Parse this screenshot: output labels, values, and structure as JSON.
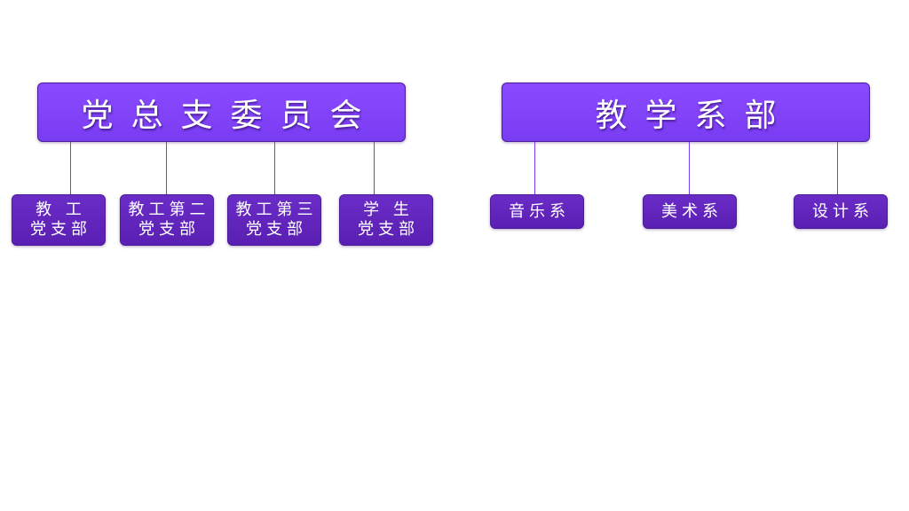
{
  "left": {
    "title": "党总支委员会",
    "branches": [
      {
        "line1": "教 工",
        "line2": "党支部"
      },
      {
        "line1": "教工第二",
        "line2": "党支部"
      },
      {
        "line1": "教工第三",
        "line2": "党支部"
      },
      {
        "line1": "学 生",
        "line2": "党支部"
      }
    ]
  },
  "right": {
    "title": "教学系部",
    "departments": [
      {
        "label": "音乐系"
      },
      {
        "label": "美术系"
      },
      {
        "label": "设计系"
      }
    ]
  },
  "colors": {
    "header_fill": "#8a4bff",
    "leaf_fill": "#5a1fb2",
    "border": "#4a1e96",
    "text": "#ffffff"
  }
}
